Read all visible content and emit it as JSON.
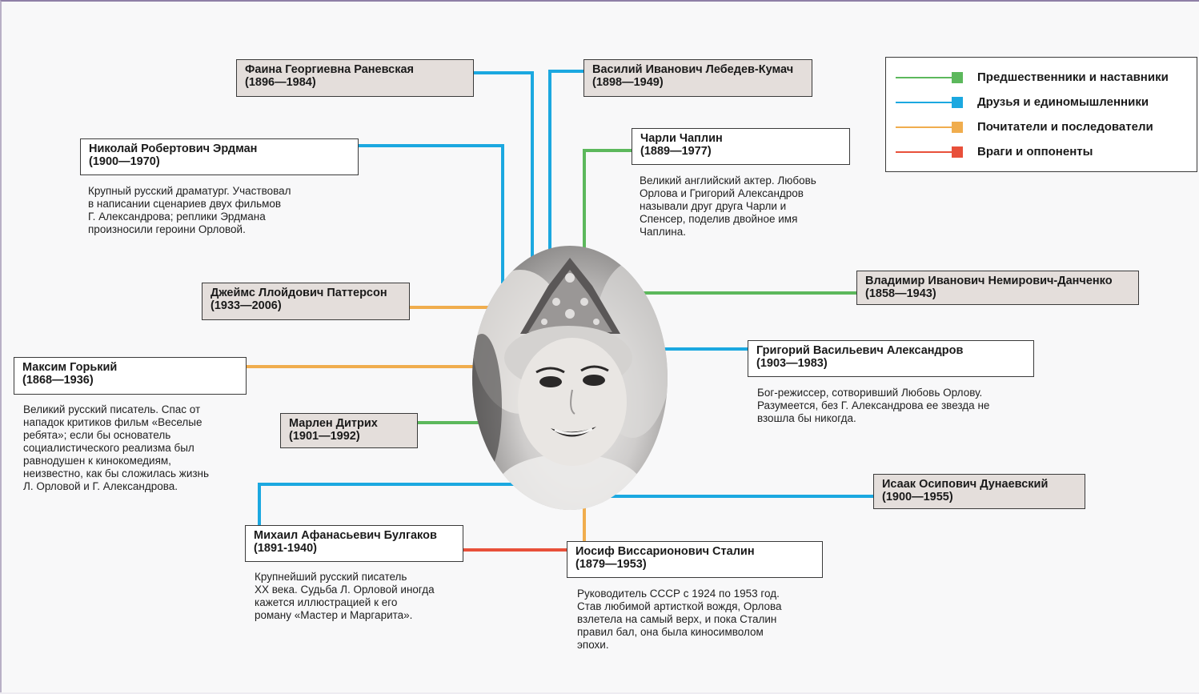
{
  "colors": {
    "mentors": "#5cb85c",
    "friends": "#1ba8e0",
    "admirers": "#f0ad4e",
    "enemies": "#e8503a"
  },
  "legend": [
    {
      "key": "mentors",
      "label": "Предшественники и наставники"
    },
    {
      "key": "friends",
      "label": "Друзья и единомышленники"
    },
    {
      "key": "admirers",
      "label": "Почитатели и последователи"
    },
    {
      "key": "enemies",
      "label": "Враги и оппоненты"
    }
  ],
  "center": {
    "name": "portrait"
  },
  "people": [
    {
      "id": "ranevskaya",
      "name": "Фаина Георгиевна Раневская",
      "years": "(1896—1984)",
      "relation": "friends",
      "highlight": true
    },
    {
      "id": "lebedev",
      "name": "Василий Иванович Лебедев-Кумач",
      "years": "(1898—1949)",
      "relation": "friends",
      "highlight": true
    },
    {
      "id": "erdman",
      "name": "Николай Робертович Эрдман",
      "years": "(1900—1970)",
      "relation": "friends",
      "highlight": false,
      "description": [
        "Крупный русский драматург. Участвовал",
        "в написании сценариев двух фильмов",
        "Г. Александрова; реплики Эрдмана",
        "произносили героини Орловой."
      ]
    },
    {
      "id": "chaplin",
      "name": "Чарли Чаплин",
      "years": "(1889—1977)",
      "relation": "mentors",
      "highlight": false,
      "description": [
        "Великий английский актер. Любовь",
        "Орлова и Григорий Александров",
        "называли друг друга Чарли и",
        "Спенсер, поделив двойное имя",
        "Чаплина."
      ]
    },
    {
      "id": "patterson",
      "name": "Джеймс Ллойдович Паттерсон",
      "years": "(1933—2006)",
      "relation": "admirers",
      "highlight": true
    },
    {
      "id": "nemirovich",
      "name": "Владимир Иванович Немирович-Данченко",
      "years": "(1858—1943)",
      "relation": "mentors",
      "highlight": true
    },
    {
      "id": "gorky",
      "name": "Максим Горький",
      "years": "(1868—1936)",
      "relation": "admirers",
      "highlight": false,
      "description": [
        "Великий русский писатель. Спас от",
        "нападок критиков фильм «Веселые",
        "ребята»; если бы основатель",
        "социалистического реализма был",
        "равнодушен к кинокомедиям,",
        "неизвестно, как бы сложилась жизнь",
        "Л. Орловой и Г. Александрова."
      ]
    },
    {
      "id": "alexandrov",
      "name": "Григорий Васильевич Александров",
      "years": "(1903—1983)",
      "relation": "friends",
      "highlight": false,
      "description": [
        "Бог-режиссер, сотворивший Любовь Орлову.",
        "Разумеется, без Г. Александрова ее звезда не",
        "взошла бы никогда."
      ]
    },
    {
      "id": "dietrich",
      "name": "Марлен Дитрих",
      "years": "(1901—1992)",
      "relation": "mentors",
      "highlight": true
    },
    {
      "id": "dunaevsky",
      "name": "Исаак Осипович Дунаевский",
      "years": "(1900—1955)",
      "relation": "friends",
      "highlight": true
    },
    {
      "id": "bulgakov",
      "name": "Михаил Афанасьевич Булгаков",
      "years": "(1891-1940)",
      "relation": "friends",
      "highlight": false,
      "description": [
        "Крупнейший русский писатель",
        "XX века. Судьба Л. Орловой иногда",
        "кажется иллюстрацией к его",
        "роману «Мастер и Маргарита»."
      ]
    },
    {
      "id": "stalin",
      "name": "Иосиф Виссарионович Сталин",
      "years": "(1879—1953)",
      "relation": "admirers",
      "highlight": false,
      "description": [
        "Руководитель СССР с 1924 по 1953 год.",
        "Став любимой артисткой вождя, Орлова",
        "взлетела на самый верх, и пока Сталин",
        "правил бал, она была киносимволом",
        "эпохи."
      ]
    }
  ],
  "extra_links": [
    {
      "from": "bulgakov",
      "to": "stalin",
      "relation": "enemies"
    }
  ]
}
